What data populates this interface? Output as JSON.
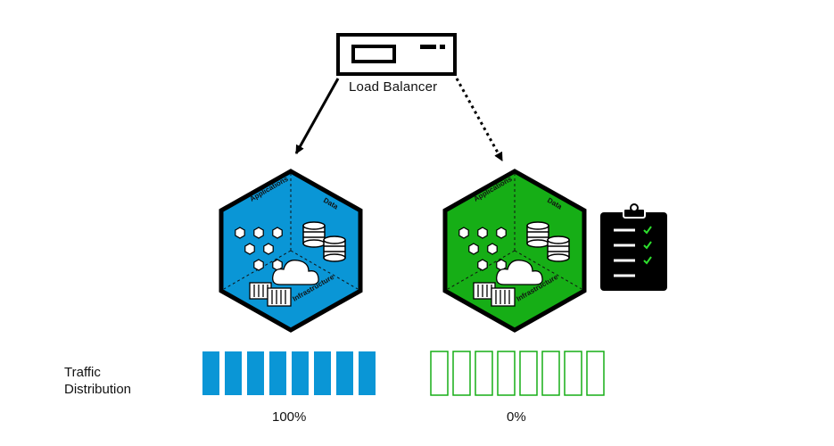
{
  "load_balancer": {
    "label": "Load Balancer"
  },
  "hexagons": {
    "blue": {
      "color": "#0a96d6",
      "sections": {
        "applications": "Applications",
        "data": "Data",
        "infrastructure": "Infrastructure"
      }
    },
    "green": {
      "color": "#16ae16",
      "sections": {
        "applications": "Applications",
        "data": "Data",
        "infrastructure": "Infrastructure"
      }
    }
  },
  "links": {
    "blue": {
      "style": "solid"
    },
    "green": {
      "style": "dotted"
    }
  },
  "traffic": {
    "label_line1": "Traffic",
    "label_line2": "Distribution",
    "blue": {
      "percent_text": "100%",
      "fraction": 1.0,
      "segments": 8,
      "color": "#0a96d6"
    },
    "green": {
      "percent_text": "0%",
      "fraction": 0.0,
      "segments": 8,
      "color": "#16ae16"
    }
  },
  "icons": {
    "checklist": "clipboard-checklist-icon",
    "server": "server-box-icon"
  }
}
